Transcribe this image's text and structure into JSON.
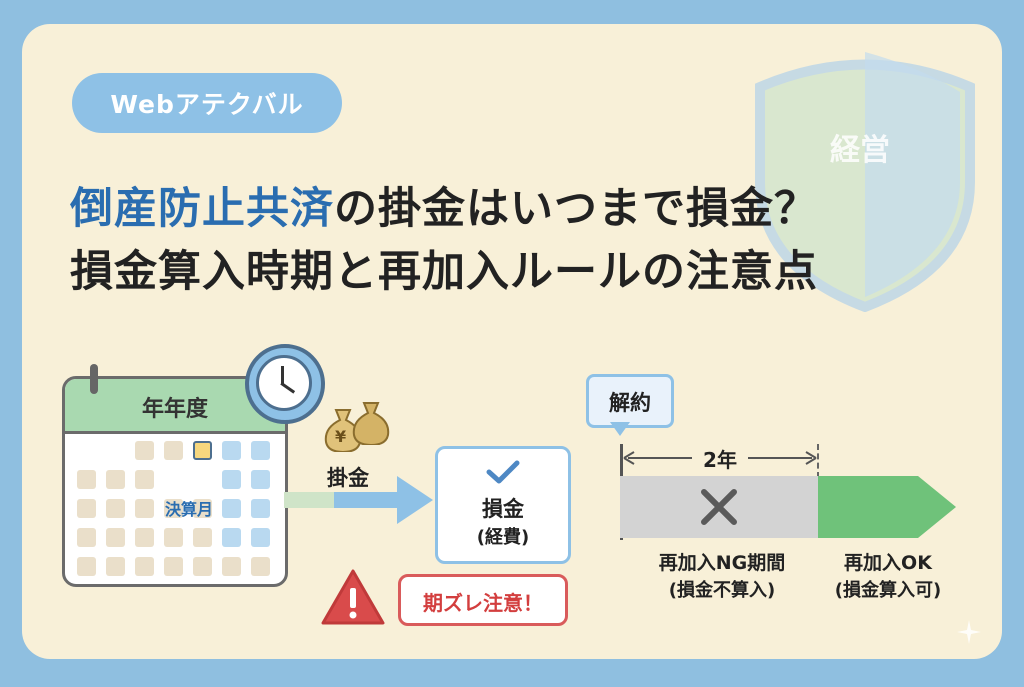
{
  "tag_label": "Webアテクバル",
  "shield_text": "経営",
  "title": {
    "line1_accent": "倒産防止共済",
    "line1_rest": "の掛金はいつまで損金？",
    "line2": "損金算入時期と再加入ルールの注意点"
  },
  "calendar": {
    "title": "年年度",
    "month_label": "決算月"
  },
  "payment_label": "掛金",
  "expense": {
    "line1": "損金",
    "line2": "(経費)"
  },
  "warning_text": "期ズレ注意！",
  "timeline": {
    "cancel_label": "解約",
    "span_label": "2年",
    "ng_label_1": "再加入NG期間",
    "ng_label_2": "(損金不算入)",
    "ok_label_1": "再加入OK",
    "ok_label_2": "(損金算入可)"
  },
  "colors": {
    "background": "#8fbfe0",
    "card": "#f8f0d8",
    "accent_blue": "#2a6db0",
    "tag_blue": "#8ec1e6",
    "green": "#6fc27a",
    "warning_red": "#d95b5b"
  },
  "icons": [
    "clock-icon",
    "moneybag-icon",
    "check-icon",
    "warning-icon",
    "cross-icon",
    "shield-icon"
  ]
}
